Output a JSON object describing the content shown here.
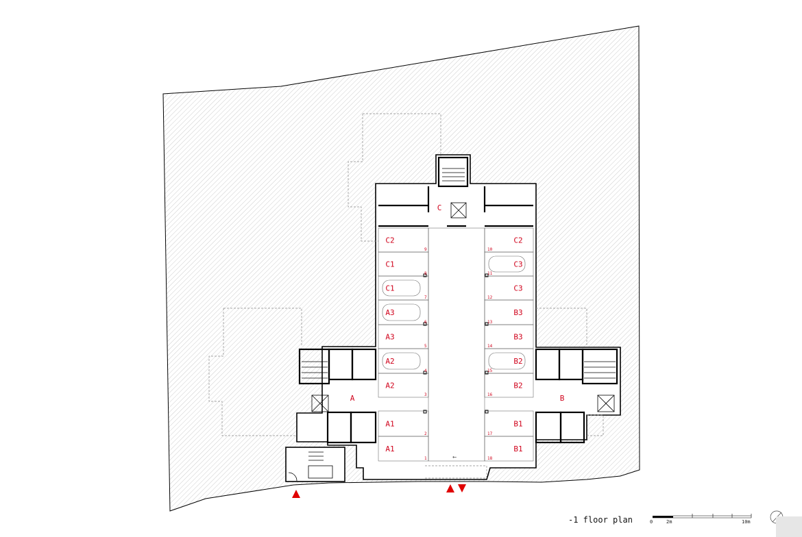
{
  "title": "-1 floor plan",
  "scale_bar": {
    "ticks": [
      "0",
      "2m",
      "10m"
    ]
  },
  "zones": [
    "A",
    "B",
    "C"
  ],
  "left_spaces": [
    {
      "label": "C2",
      "num": "9"
    },
    {
      "label": "C1",
      "num": "8"
    },
    {
      "label": "C1",
      "num": "7"
    },
    {
      "label": "A3",
      "num": "6"
    },
    {
      "label": "A3",
      "num": "5"
    },
    {
      "label": "A2",
      "num": "4"
    },
    {
      "label": "A2",
      "num": "3"
    },
    {
      "label": "A1",
      "num": "2"
    },
    {
      "label": "A1",
      "num": "1"
    }
  ],
  "right_spaces": [
    {
      "label": "C2",
      "num": "10"
    },
    {
      "label": "C3",
      "num": "11"
    },
    {
      "label": "C3",
      "num": "12"
    },
    {
      "label": "B3",
      "num": "13"
    },
    {
      "label": "B3",
      "num": "14"
    },
    {
      "label": "B2",
      "num": "15"
    },
    {
      "label": "B2",
      "num": "16"
    },
    {
      "label": "B1",
      "num": "17"
    },
    {
      "label": "B1",
      "num": "18"
    }
  ],
  "entrance_arrows": [
    "pedestrian-entry",
    "car-entry",
    "car-exit"
  ],
  "colors": {
    "label": "#d0021b",
    "line": "#000000",
    "hatch": "#bdbdbd"
  }
}
